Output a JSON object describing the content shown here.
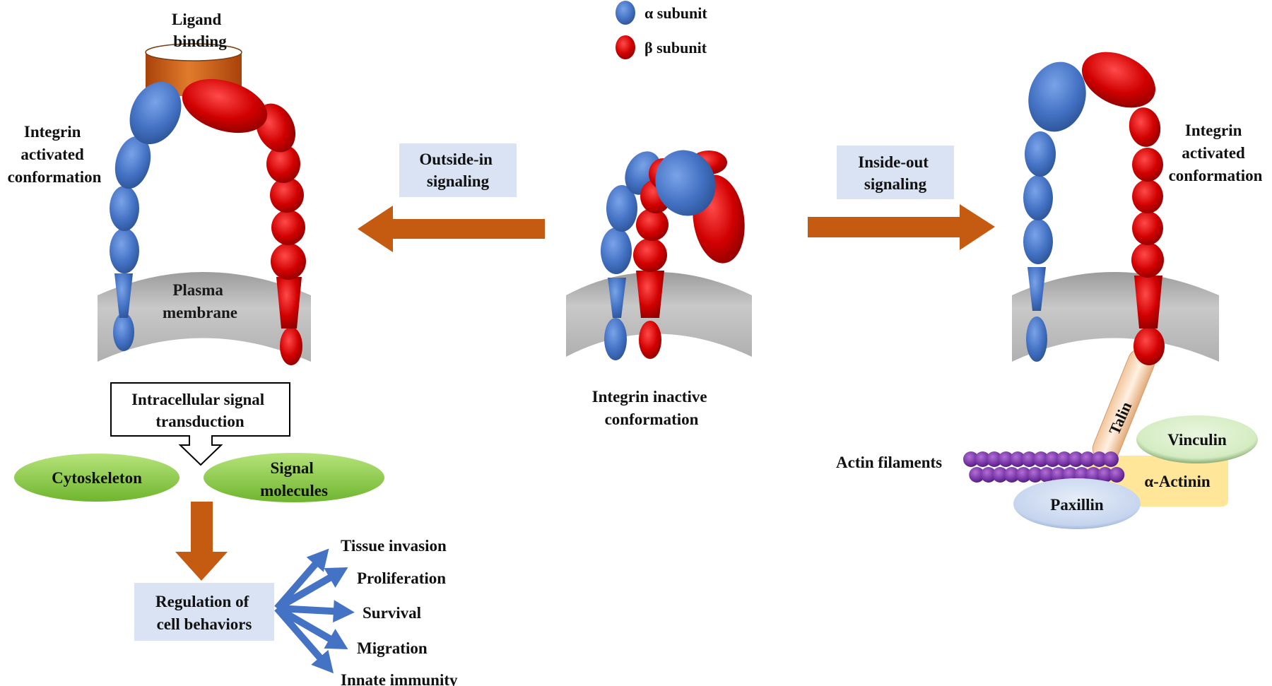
{
  "legend": {
    "alpha": "α subunit",
    "beta": "β subunit"
  },
  "left_panel": {
    "ligand_line1": "Ligand",
    "ligand_line2": "binding",
    "integrin_line1": "Integrin",
    "integrin_line2": "activated",
    "integrin_line3": "conformation",
    "membrane_line1": "Plasma",
    "membrane_line2": "membrane",
    "transduction_line1": "Intracellular signal",
    "transduction_line2": "transduction",
    "cytoskeleton": "Cytoskeleton",
    "signal_line1": "Signal",
    "signal_line2": "molecules",
    "regulation_line1": "Regulation of",
    "regulation_line2": "cell behaviors",
    "behaviors": [
      "Tissue invasion",
      "Proliferation",
      "Survival",
      "Migration",
      "Innate immunity"
    ]
  },
  "center_panel": {
    "outside_line1": "Outside-in",
    "outside_line2": "signaling",
    "inside_line1": "Inside-out",
    "inside_line2": "signaling",
    "inactive_line1": "Integrin inactive",
    "inactive_line2": "conformation"
  },
  "right_panel": {
    "integrin_line1": "Integrin",
    "integrin_line2": "activated",
    "integrin_line3": "conformation",
    "talin": "Talin",
    "vinculin": "Vinculin",
    "actinin": "α-Actinin",
    "paxillin": "Paxillin",
    "actin": "Actin filaments"
  },
  "colors": {
    "alpha": "#4472c4",
    "beta": "#d10000",
    "arrow": "#c55a11",
    "box": "#dae3f3",
    "green": "#8fd14f",
    "membrane": "#bfbfbf"
  }
}
